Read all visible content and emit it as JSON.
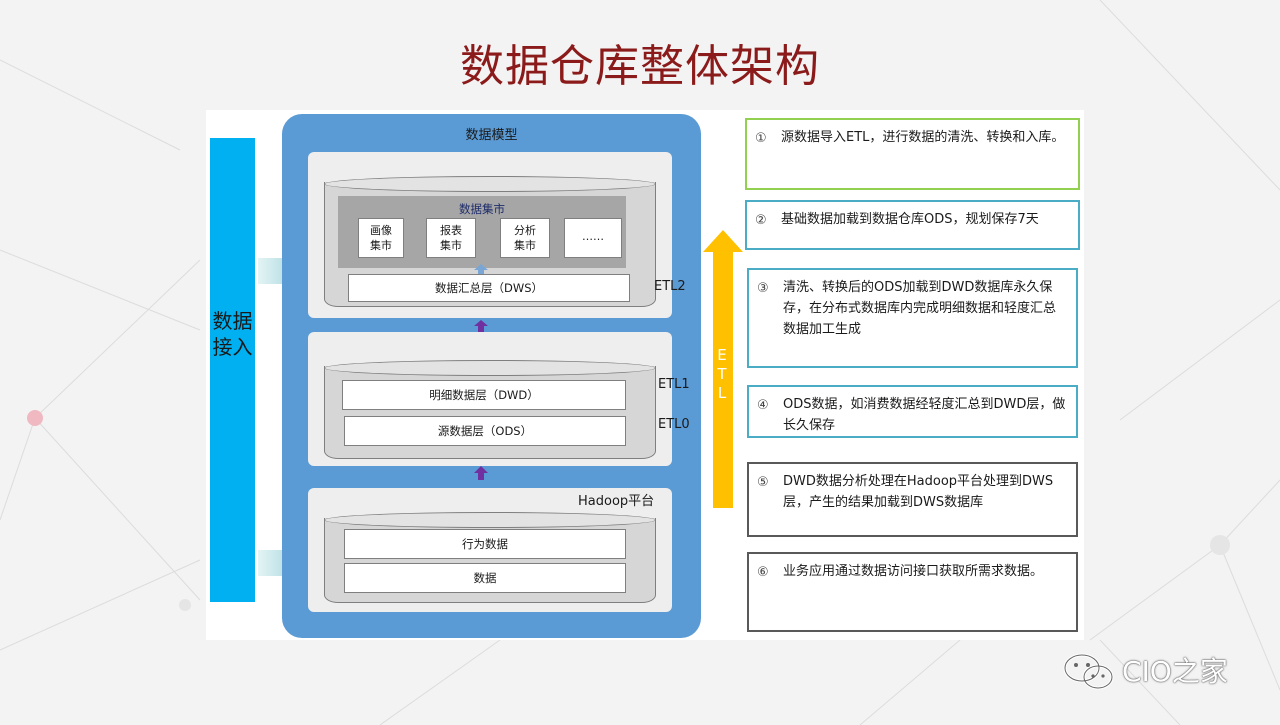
{
  "title": "数据仓库整体架构",
  "ingest_label": "数据接入",
  "model": {
    "title": "数据模型",
    "mart": {
      "title": "数据集市",
      "items": [
        {
          "line1": "画像",
          "line2": "集市"
        },
        {
          "line1": "报表",
          "line2": "集市"
        },
        {
          "line1": "分析",
          "line2": "集市"
        },
        {
          "line1": "……",
          "line2": ""
        }
      ]
    },
    "dws_label": "数据汇总层（DWS）",
    "dwd_label": "明细数据层（DWD）",
    "ods_label": "源数据层（ODS）",
    "hadoop_label": "Hadoop平台",
    "behavior_label": "行为数据",
    "data_label": "数据",
    "etl2": "ETL2",
    "etl1": "ETL1",
    "etl0": "ETL0"
  },
  "etl_arrow_label": "ETL",
  "notes": [
    {
      "num": "①",
      "text": "源数据导入ETL，进行数据的清洗、转换和入库。",
      "border": "#92d050"
    },
    {
      "num": "②",
      "text": "基础数据加载到数据仓库ODS，规划保存7天",
      "border": "#4bacc6"
    },
    {
      "num": "③",
      "text": "清洗、转换后的ODS加载到DWD数据库永久保存，在分布式数据库内完成明细数据和轻度汇总数据加工生成",
      "border": "#4bacc6"
    },
    {
      "num": "④",
      "text": "ODS数据，如消费数据经轻度汇总到DWD层，做长久保存",
      "border": "#4bacc6"
    },
    {
      "num": "⑤",
      "text": "DWD数据分析处理在Hadoop平台处理到DWS层，产生的结果加载到DWS数据库",
      "border": "#595959"
    },
    {
      "num": "⑥",
      "text": "业务应用通过数据访问接口获取所需求数据。",
      "border": "#595959"
    }
  ],
  "watermark": "CIO之家",
  "colors": {
    "title": "#8b1a1a",
    "ingest": "#00b0f0",
    "model": "#5b9bd5",
    "etl_arrow": "#ffc000"
  }
}
